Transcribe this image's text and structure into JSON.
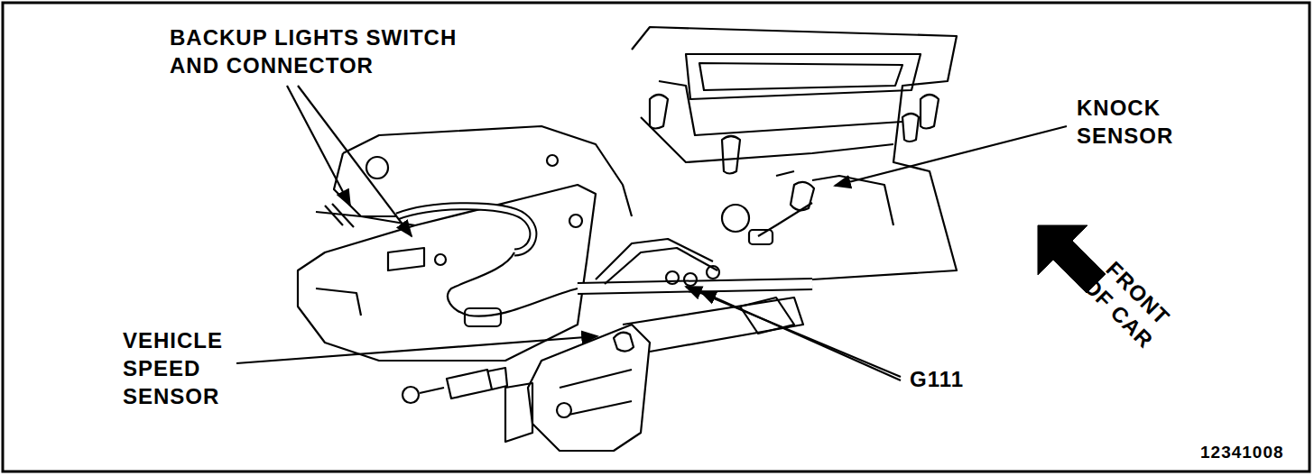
{
  "diagram": {
    "labels": [
      "BACKUP LIGHTS SWITCH AND CONNECTOR",
      "KNOCK SENSOR",
      "FRONT OF CAR",
      "VEHICLE SPEED SENSOR",
      "G111",
      "12341008"
    ]
  }
}
